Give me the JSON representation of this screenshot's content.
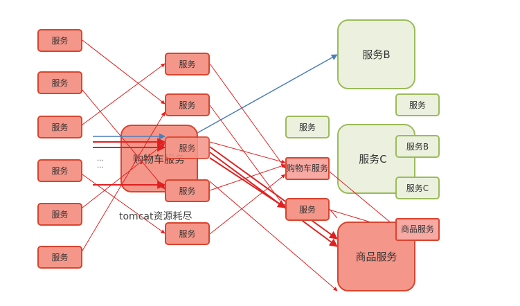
{
  "labels": {
    "svc": "服务",
    "svc_b": "服务B",
    "svc_c": "服务C",
    "cart_large": "购物车服务",
    "cart_small": "购物车服务",
    "product": "商品服务",
    "product_small": "商品服务",
    "tomcat_note": "tomcat资源耗尽",
    "dots": "···\n···"
  },
  "colors": {
    "red_fill": "#f4978a",
    "red_border": "#d9442e",
    "green_fill": "#ebf1de",
    "green_border": "#9bbb59",
    "red_arrow": "#e02020",
    "blue_arrow": "#4a7ebb"
  }
}
